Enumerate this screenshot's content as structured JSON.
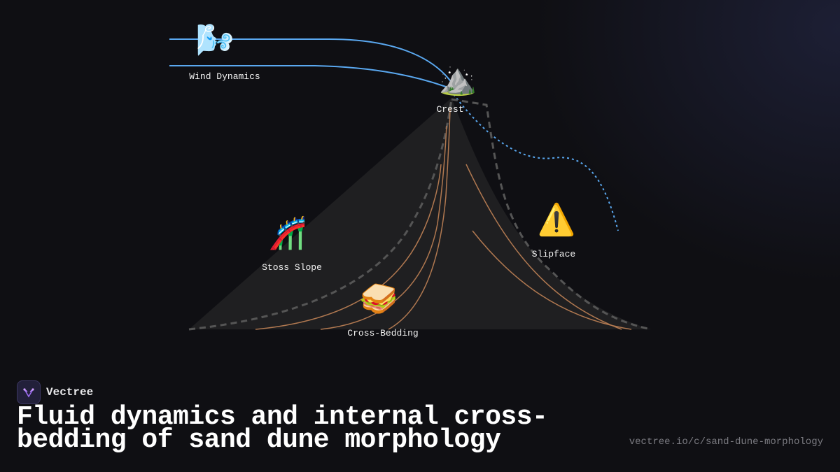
{
  "diagram": {
    "nodes": [
      {
        "id": "wind",
        "label": "Wind Dynamics",
        "icon": "wind-face-icon",
        "glyph": "🌬️"
      },
      {
        "id": "crest",
        "label": "Crest",
        "icon": "mountain-icon",
        "glyph": "⛰️"
      },
      {
        "id": "stoss",
        "label": "Stoss Slope",
        "icon": "roller-coaster-icon",
        "glyph": "🎢"
      },
      {
        "id": "slipface",
        "label": "Slipface",
        "icon": "warning-icon",
        "glyph": "⚠️"
      },
      {
        "id": "crossbed",
        "label": "Cross-Bedding",
        "icon": "sandwich-icon",
        "glyph": "🥪"
      }
    ],
    "colors": {
      "wind_lines": "#5aa8f0",
      "dune_fill": "#1f1f21",
      "dune_outline": "#555555",
      "bedding_lines": "#b07850"
    }
  },
  "brand": {
    "name": "Vectree"
  },
  "footer": {
    "title": "Fluid dynamics and internal cross-bedding of sand dune morphology",
    "url": "vectree.io/c/sand-dune-morphology"
  }
}
